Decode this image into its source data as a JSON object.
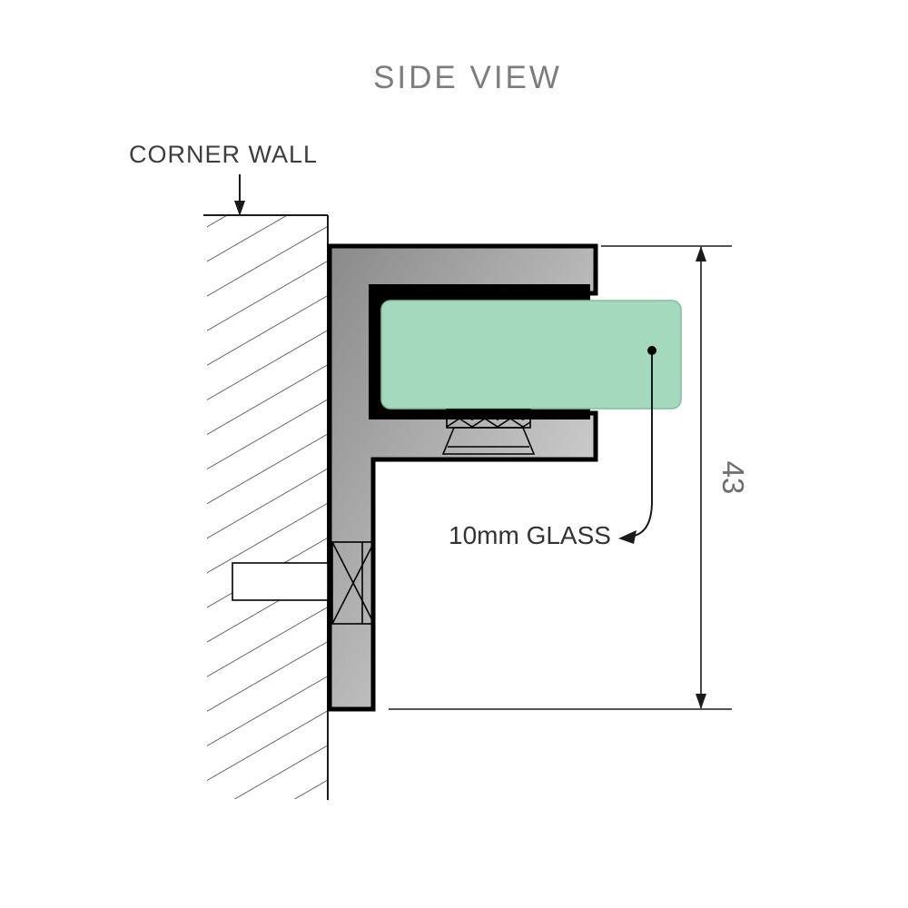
{
  "title": "SIDE VIEW",
  "annotations": {
    "corner_wall_label": "CORNER WALL",
    "glass_label": "10mm GLASS"
  },
  "dimensions": {
    "overall_height": "43"
  },
  "colors": {
    "glass_green": "#a5d9bd",
    "glass_edge": "#7fbf9f",
    "metal_dark": "#8a8a8a",
    "metal_light": "#e2e2e2",
    "line_black": "#000000",
    "title_gray": "#7d7d7d",
    "dim_gray": "#6e6e6e",
    "label_dark": "#3d3d3d"
  }
}
